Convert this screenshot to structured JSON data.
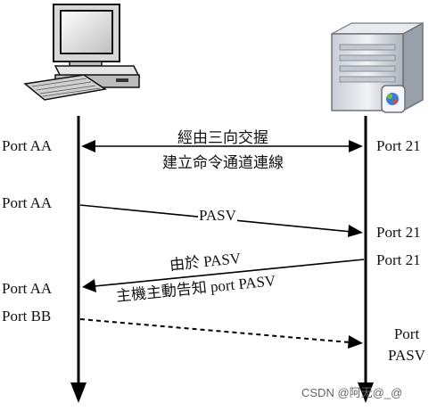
{
  "left_labels": {
    "row1": "Port AA",
    "row2": "Port AA",
    "row3": "Port AA",
    "row4": "Port BB"
  },
  "right_labels": {
    "row1": "Port 21",
    "row2": "Port 21",
    "row3": "Port 21",
    "row4_line1": "Port",
    "row4_line2": "PASV"
  },
  "messages": {
    "m1_line1": "經由三向交握",
    "m1_line2": "建立命令通道連線",
    "m2": "PASV",
    "m3_line1": "由於 PASV",
    "m3_line2": "主機主動告知 port PASV"
  },
  "watermark": "CSDN @阿无@_@",
  "icons": {
    "client": "desktop-computer-icon",
    "server": "tower-server-icon"
  }
}
